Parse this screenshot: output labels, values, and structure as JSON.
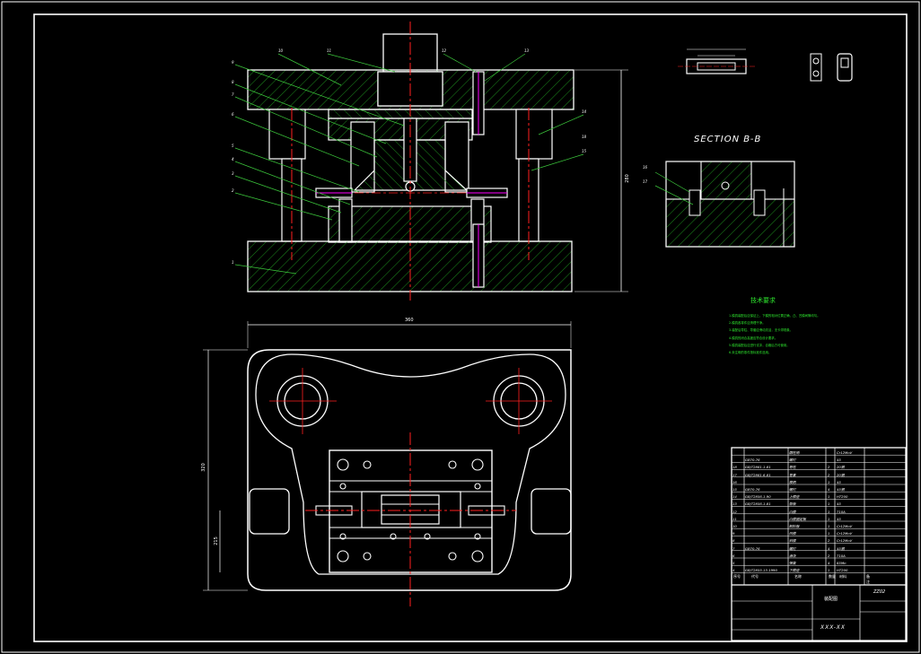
{
  "section_title": "SECTION B-B",
  "tech_req": {
    "heading": "技术要求",
    "lines": [
      "1.模具装配后应保证上、下模的相对位置正确，凸、凹模间隙均匀。",
      "2.模具各零件应清理干净。",
      "3.装配后导柱、导套应滑动灵活，无卡滞现象。",
      "4.模具的闭合高度应符合设计要求。",
      "5.模具装配后应进行试冲，合格后方可使用。",
      "6.未注明的零件按标准件选用。"
    ]
  },
  "part_callouts": [
    "1",
    "2",
    "3",
    "4",
    "5",
    "6",
    "7",
    "8",
    "9",
    "10",
    "11",
    "12",
    "13",
    "14",
    "15",
    "16",
    "17",
    "18"
  ],
  "dims": {
    "overall_h": "280",
    "plan_w": "360",
    "plan_h": "320",
    "inner": "215"
  },
  "title_block": {
    "drawing_no": "ZZ02",
    "name": "装配图",
    "code": "XXX-XX",
    "headers": [
      "序号",
      "代号",
      "名称",
      "数量",
      "材料",
      "备注"
    ],
    "rows": [
      [
        "",
        "",
        "圆柱销",
        "",
        "Cr12MoV"
      ],
      [
        "",
        "GB70-76",
        "螺钉",
        "",
        "45"
      ],
      [
        "18",
        "GB/T2861.1-81",
        "导柱",
        "2",
        "20钢"
      ],
      [
        "17",
        "GB/T2861.6-81",
        "导套",
        "2",
        "20钢"
      ],
      [
        "16",
        "",
        "模柄",
        "1",
        "45"
      ],
      [
        "15",
        "GB70-76",
        "螺钉",
        "4",
        "45钢"
      ],
      [
        "14",
        "GB/T2856.1-90",
        "上模座",
        "1",
        "HT200"
      ],
      [
        "13",
        "GB/T2856.1-81",
        "垫板",
        "1",
        "45"
      ],
      [
        "12",
        "",
        "凸模",
        "1",
        "T10A"
      ],
      [
        "11",
        "",
        "凸模固定板",
        "1",
        "45"
      ],
      [
        "10",
        "",
        "卸料板",
        "1",
        "Cr12MoV"
      ],
      [
        "9",
        "",
        "凹模",
        "1",
        "Cr12MoV"
      ],
      [
        "8",
        "",
        "斜楔",
        "2",
        "Cr12MoV"
      ],
      [
        "7",
        "GB70-76",
        "螺钉",
        "4",
        "45钢"
      ],
      [
        "6",
        "",
        "滑块",
        "2",
        "T10A"
      ],
      [
        "5",
        "",
        "弹簧",
        "4",
        "65Mn"
      ],
      [
        "4",
        "GB/T2855.13-1990",
        "下模座",
        "1",
        "HT200"
      ]
    ]
  }
}
